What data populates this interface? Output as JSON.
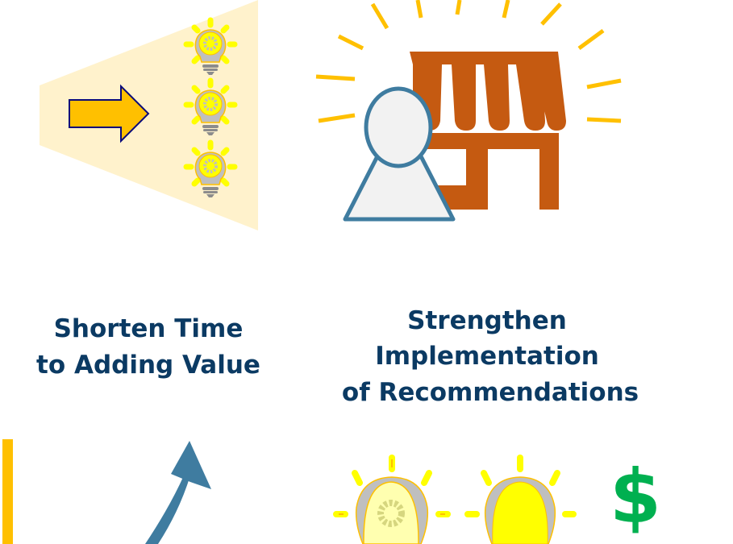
{
  "panels": [
    {
      "id": "shorten",
      "caption_lines": [
        "Shorten Time",
        "to Adding Value"
      ]
    },
    {
      "id": "strengthen",
      "caption_lines": [
        "Strengthen",
        "Implementation",
        "of Recommendations"
      ]
    }
  ],
  "bottom": {
    "currency_symbol": "$"
  },
  "colors": {
    "text": "#0b3a63",
    "arrow": "#ffc000",
    "beam": "#fff2cc",
    "store": "#c55a11",
    "person": "#3f7ca0",
    "rays": "#ffc000",
    "bulb": "#ffff00",
    "dollar": "#00b050"
  }
}
